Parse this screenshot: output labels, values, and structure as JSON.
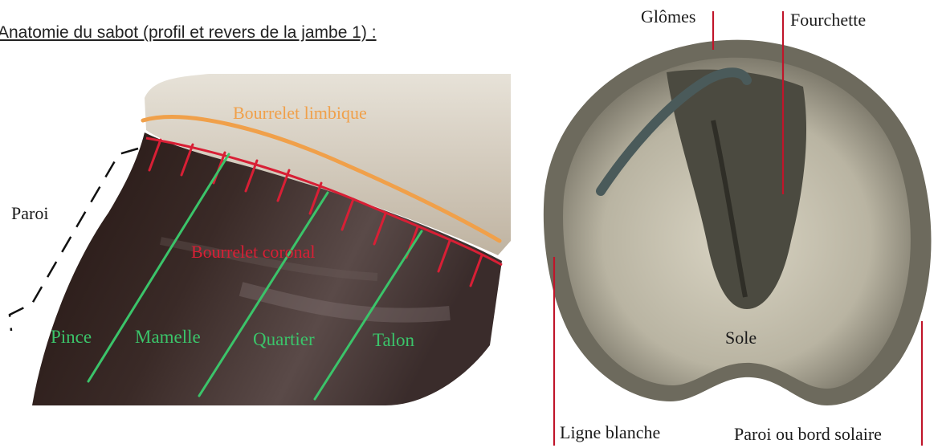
{
  "title": "Anatomie du sabot (profil et revers de la jambe 1) :",
  "profile": {
    "paroi": "Paroi",
    "bourrelet_limbique": "Bourrelet limbique",
    "bourrelet_coronal": "Bourrelet coronal",
    "regions": [
      "Pince",
      "Mamelle",
      "Quartier",
      "Talon"
    ]
  },
  "sole_view": {
    "glomes": "Glômes",
    "fourchette": "Fourchette",
    "sole": "Sole",
    "ligne_blanche": "Ligne blanche",
    "paroi_bord_solaire": "Paroi ou bord solaire"
  },
  "colors": {
    "limbic_line": "#f0a04a",
    "coronal_line": "#d81f35",
    "region_lines": "#3bc46a",
    "leader_lines": "#c0152a"
  }
}
